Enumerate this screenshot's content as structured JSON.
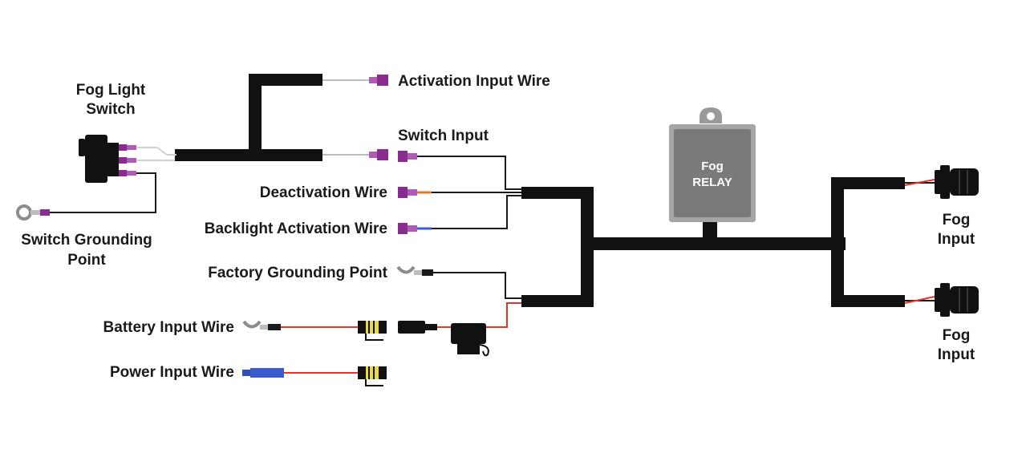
{
  "labels": {
    "fog_light_switch": [
      "Fog Light",
      "Switch"
    ],
    "switch_grounding_point": [
      "Switch Grounding",
      "Point"
    ],
    "activation_input_wire": "Activation Input Wire",
    "switch_input": "Switch Input",
    "deactivation_wire": "Deactivation Wire",
    "backlight_activation_wire": "Backlight Activation Wire",
    "factory_grounding_point": "Factory Grounding Point",
    "battery_input_wire": "Battery Input Wire",
    "power_input_wire": "Power Input Wire",
    "relay": [
      "Fog",
      "RELAY"
    ],
    "fog_input_top": [
      "Fog",
      "Input"
    ],
    "fog_input_bottom": [
      "Fog",
      "Input"
    ]
  },
  "colors": {
    "harness": "#111111",
    "wire_black": "#1a1a1a",
    "wire_red": "#e0372b",
    "wire_white": "#d9d9d9",
    "wire_orange": "#e8742c",
    "wire_blue": "#3a5bd0",
    "connector_purple": "#8a2c8f",
    "relay_body": "#7a7a7a",
    "relay_border": "#a5a5a5",
    "plug_yellow": "#e8d84a",
    "ring_gray": "#8c8c8c",
    "blue_sleeve": "#2d4fb8"
  },
  "icons": {
    "switch": "rocker-switch-icon",
    "ring_terminal": "ring-terminal-icon",
    "spade_terminal": "spade-terminal-icon",
    "bullet_connector": "female-bullet-connector-icon",
    "weatherproof_connector": "weatherproof-connector-icon",
    "fuse_holder": "inline-fuse-holder-icon",
    "relay": "relay-module-icon",
    "fog_light_plug": "fog-light-plug-icon"
  }
}
